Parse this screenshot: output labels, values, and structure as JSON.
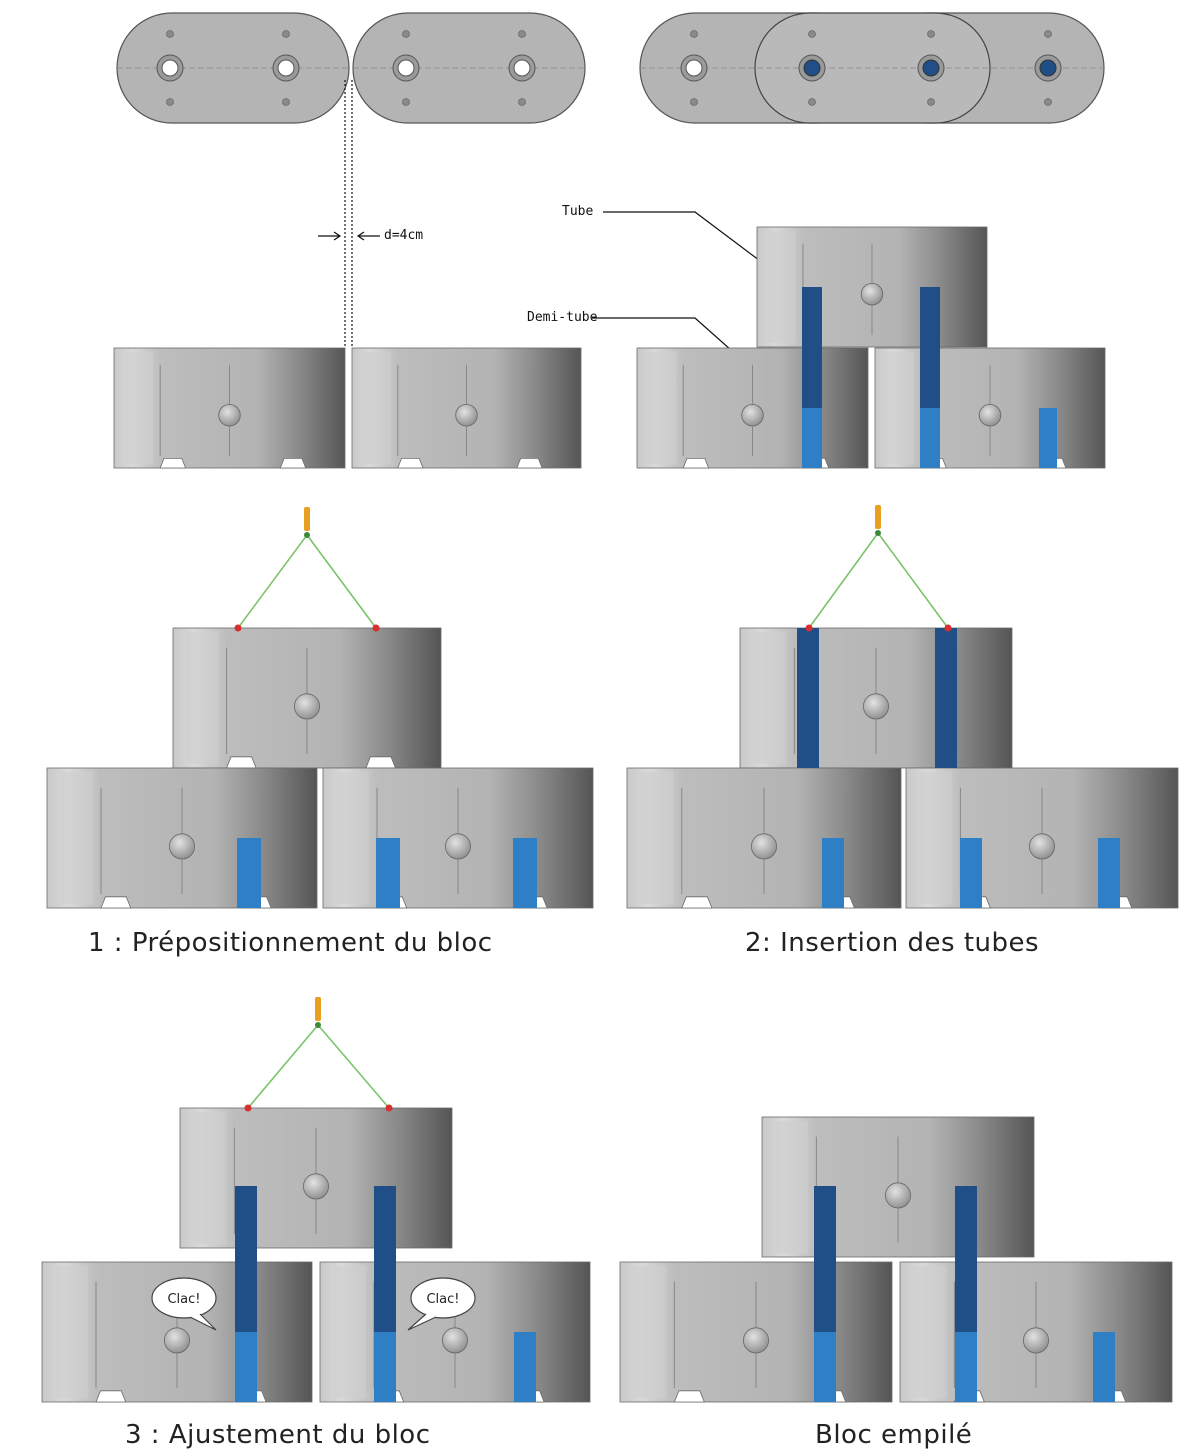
{
  "labels": {
    "tube": "Tube",
    "demi_tube": "Demi-tube",
    "distance": "d=4cm",
    "clac": "Clac!"
  },
  "captions": {
    "step1": "1 : Prépositionnement du bloc",
    "step2": "2: Insertion des tubes",
    "step3": "3 : Ajustement du bloc",
    "step4": "Bloc empilé"
  },
  "colors": {
    "block_light": "#d6d6d6",
    "block_mid": "#b9b9b9",
    "block_dark": "#5f5f5f",
    "tube_dark": "#1f4f86",
    "tube_light": "#2f7fc7",
    "sling": "#7ac46a",
    "hook": "#e8a020",
    "anchor": "#d63030"
  }
}
